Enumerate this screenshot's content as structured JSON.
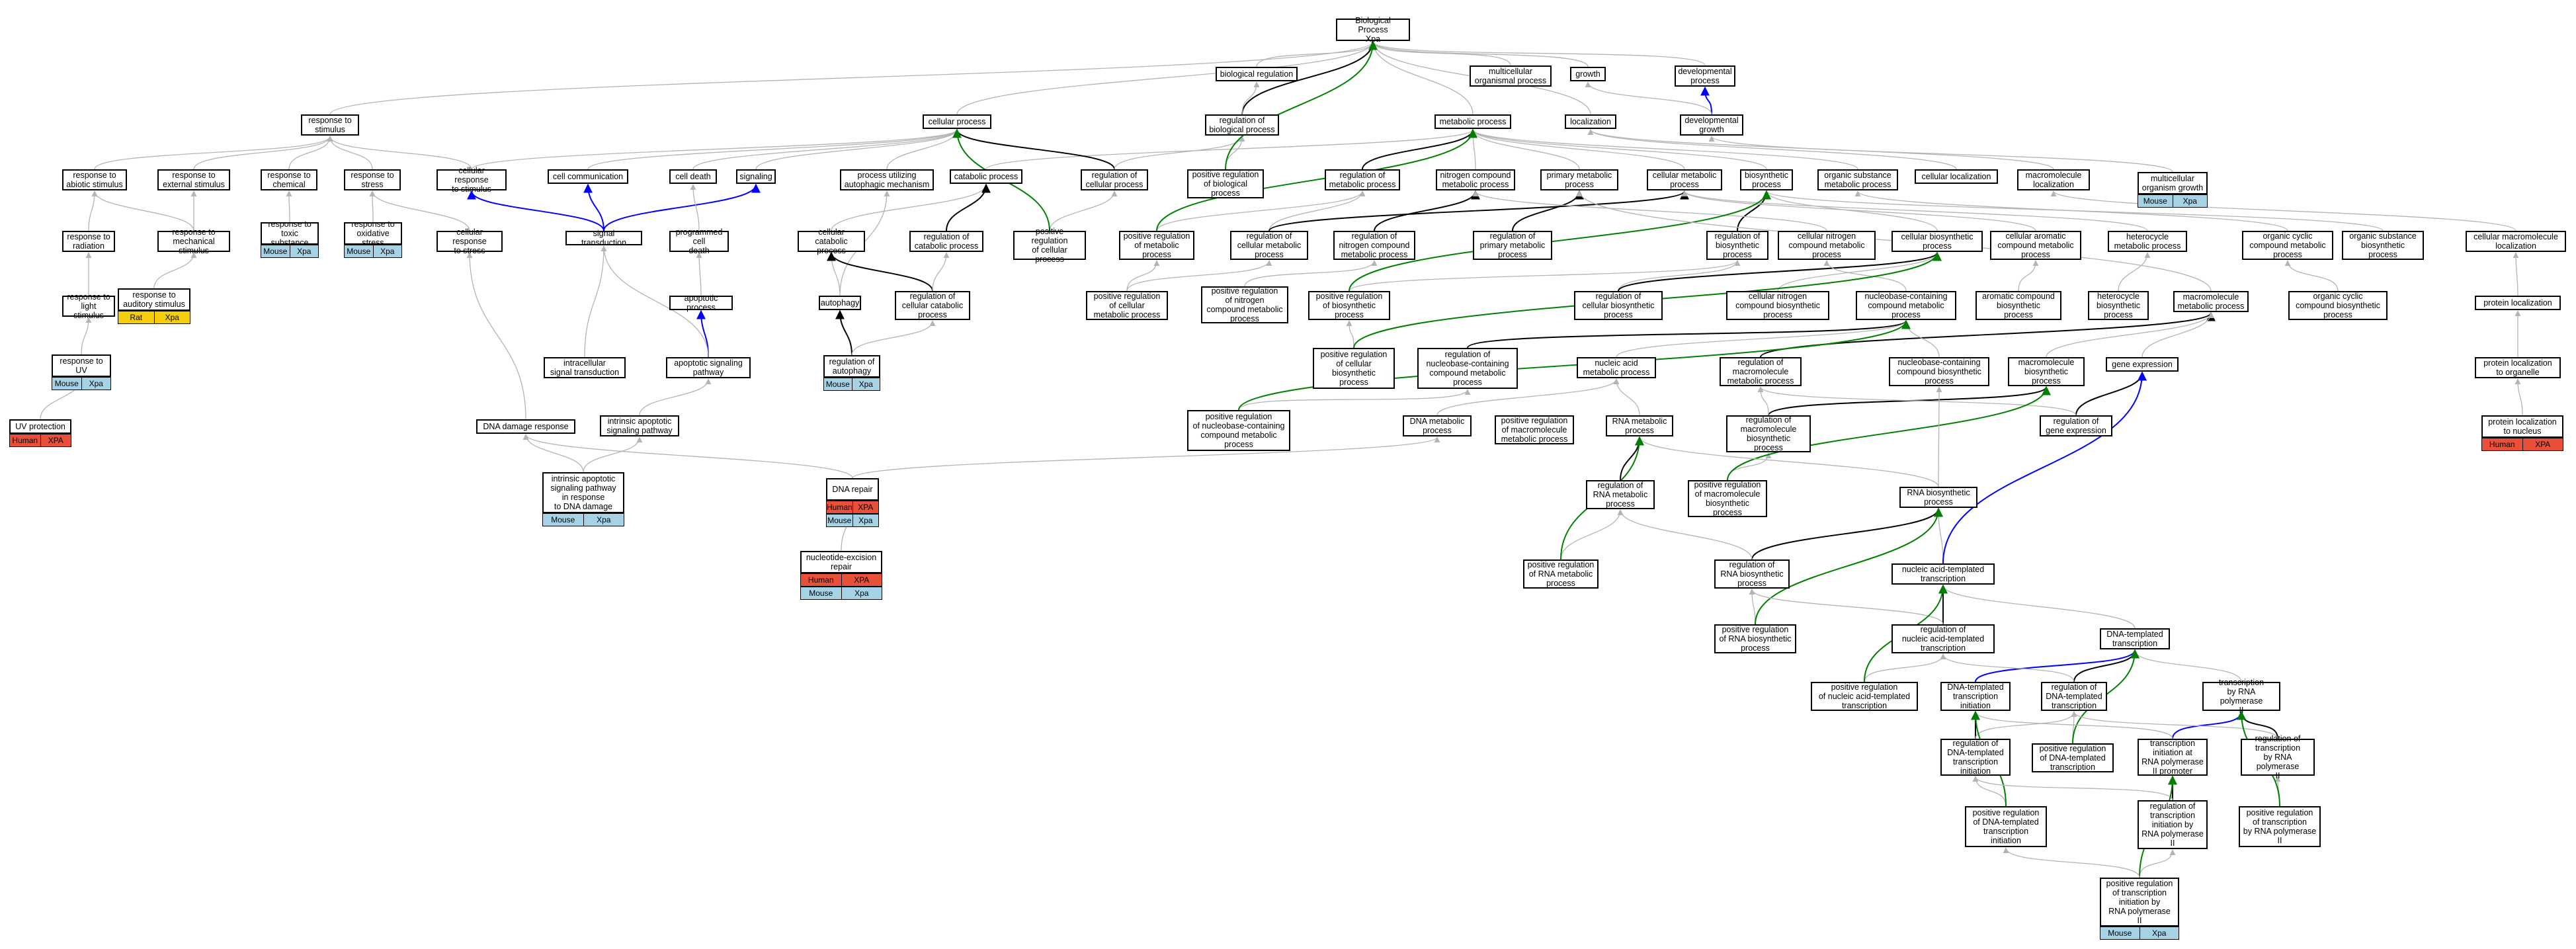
{
  "colors": {
    "node_border": "#000000",
    "edge_gray": "#b4b4b4",
    "edge_black": "#000000",
    "edge_blue": "#0000ff",
    "edge_green": "#008000",
    "human": "#e8503a",
    "mouse": "#a6d2e6",
    "rat": "#f4cd0c"
  },
  "nodes": {
    "bp": "Biological Process\nXpa",
    "biological_regulation": "biological regulation",
    "multicellular_organismal_process": "multicellular\norganismal process",
    "growth": "growth",
    "developmental_process": "developmental\nprocess",
    "response_to_stimulus": "response to\nstimulus",
    "cellular_process": "cellular process",
    "regulation_of_biological_process": "regulation of\nbiological process",
    "metabolic_process": "metabolic process",
    "localization": "localization",
    "developmental_growth": "developmental\ngrowth",
    "multicellular_organism_growth": "multicellular\norganism growth",
    "response_to_abiotic_stimulus": "response to\nabiotic stimulus",
    "response_to_external_stimulus": "response to\nexternal stimulus",
    "response_to_chemical": "response to\nchemical",
    "response_to_stress": "response to\nstress",
    "cellular_response_to_stimulus": "cellular response\nto stimulus",
    "cell_communication": "cell communication",
    "cell_death": "cell death",
    "signaling": "signaling",
    "process_utilizing_autophagic_mechanism": "process utilizing\nautophagic mechanism",
    "catabolic_process": "catabolic process",
    "regulation_of_cellular_process": "regulation of\ncellular process",
    "positive_regulation_of_biological_process": "positive regulation\nof biological\nprocess",
    "regulation_of_metabolic_process": "regulation of\nmetabolic process",
    "nitrogen_compound_metabolic_process": "nitrogen compound\nmetabolic process",
    "primary_metabolic_process": "primary metabolic\nprocess",
    "cellular_metabolic_process": "cellular metabolic\nprocess",
    "biosynthetic_process": "biosynthetic\nprocess",
    "organic_substance_metabolic_process": "organic substance\nmetabolic process",
    "cellular_localization": "cellular localization",
    "macromolecule_localization": "macromolecule\nlocalization",
    "response_to_radiation": "response to\nradiation",
    "response_to_mechanical_stimulus": "response to\nmechanical stimulus",
    "response_to_toxic_substance": "response to\ntoxic substance",
    "response_to_oxidative_stress": "response to\noxidative stress",
    "cellular_response_to_stress": "cellular response\nto stress",
    "signal_transduction": "signal transduction",
    "programmed_cell_death": "programmed cell\ndeath",
    "cellular_catabolic_process": "cellular catabolic\nprocess",
    "regulation_of_catabolic_process": "regulation of\ncatabolic process",
    "positive_regulation_of_cellular_process": "positive regulation\nof cellular\nprocess",
    "positive_regulation_of_metabolic_process": "positive regulation\nof metabolic\nprocess",
    "regulation_of_cellular_metabolic_process": "regulation of\ncellular metabolic\nprocess",
    "regulation_of_nitrogen_compound_metabolic_process": "regulation of\nnitrogen compound\nmetabolic process",
    "regulation_of_primary_metabolic_process": "regulation of\nprimary metabolic\nprocess",
    "regulation_of_biosynthetic_process": "regulation of\nbiosynthetic\nprocess",
    "cellular_nitrogen_compound_metabolic_process": "cellular nitrogen\ncompound metabolic\nprocess",
    "cellular_biosynthetic_process": "cellular biosynthetic\nprocess",
    "cellular_aromatic_compound_metabolic_process": "cellular aromatic\ncompound metabolic\nprocess",
    "heterocycle_metabolic_process": "heterocycle\nmetabolic process",
    "organic_cyclic_compound_metabolic_process": "organic cyclic\ncompound metabolic\nprocess",
    "organic_substance_biosynthetic_process": "organic substance\nbiosynthetic\nprocess",
    "cellular_macromolecule_localization": "cellular macromolecule\nlocalization",
    "response_to_light_stimulus": "response to\nlight stimulus",
    "response_to_auditory_stimulus": "response to\nauditory stimulus",
    "apoptotic_process": "apoptotic process",
    "autophagy": "autophagy",
    "regulation_of_cellular_catabolic_process": "regulation of\ncellular catabolic\nprocess",
    "positive_regulation_of_cellular_metabolic_process": "positive regulation\nof cellular\nmetabolic process",
    "positive_regulation_of_nitrogen_compound_metabolic_process": "positive regulation\nof nitrogen\ncompound metabolic\nprocess",
    "positive_regulation_of_biosynthetic_process": "positive regulation\nof biosynthetic\nprocess",
    "regulation_of_cellular_biosynthetic_process": "regulation of\ncellular biosynthetic\nprocess",
    "cellular_nitrogen_compound_biosynthetic_process": "cellular nitrogen\ncompound biosynthetic\nprocess",
    "nucleobase_containing_compound_metabolic_process": "nucleobase-containing\ncompound metabolic\nprocess",
    "aromatic_compound_biosynthetic_process": "aromatic compound\nbiosynthetic\nprocess",
    "heterocycle_biosynthetic_process": "heterocycle\nbiosynthetic\nprocess",
    "macromolecule_metabolic_process": "macromolecule\nmetabolic process",
    "organic_cyclic_compound_biosynthetic_process": "organic cyclic\ncompound biosynthetic\nprocess",
    "protein_localization": "protein localization",
    "response_to_uv": "response to\nUV",
    "intracellular_signal_transduction": "intracellular\nsignal transduction",
    "apoptotic_signaling_pathway": "apoptotic signaling\npathway",
    "regulation_of_autophagy": "regulation of\nautophagy",
    "positive_regulation_of_cellular_biosynthetic_process": "positive regulation\nof cellular\nbiosynthetic\nprocess",
    "regulation_of_nucleobase_containing_compound_metabolic_process": "regulation of\nnucleobase-containing\ncompound metabolic\nprocess",
    "nucleic_acid_metabolic_process": "nucleic acid\nmetabolic process",
    "regulation_of_macromolecule_metabolic_process": "regulation of\nmacromolecule\nmetabolic process",
    "nucleobase_containing_compound_biosynthetic_process": "nucleobase-containing\ncompound biosynthetic\nprocess",
    "macromolecule_biosynthetic_process": "macromolecule\nbiosynthetic\nprocess",
    "gene_expression": "gene expression",
    "protein_localization_to_organelle": "protein localization\nto organelle",
    "uv_protection": "UV protection",
    "dna_damage_response": "DNA damage response",
    "intrinsic_apoptotic_signaling_pathway": "intrinsic apoptotic\nsignaling pathway",
    "positive_regulation_of_nucleobase_containing_compound_metabolic_process": "positive regulation\nof nucleobase-containing\ncompound metabolic\nprocess",
    "dna_metabolic_process": "DNA metabolic\nprocess",
    "regulation_of_rna_metabolic_process_box": "positive regulation\nof macromolecule\nmetabolic process",
    "rna_metabolic_process": "RNA metabolic\nprocess",
    "regulation_of_macromolecule_biosynthetic_process": "regulation of\nmacromolecule\nbiosynthetic\nprocess",
    "regulation_of_gene_expression": "regulation of\ngene expression",
    "protein_localization_to_nucleus": "protein localization\nto nucleus",
    "intrinsic_apoptotic_dna_damage": "intrinsic apoptotic\nsignaling pathway\nin response\nto DNA damage",
    "dna_repair": "DNA repair",
    "regulation_of_rna_metabolic_process": "regulation of\nRNA metabolic\nprocess",
    "positive_regulation_of_macromolecule_biosynthetic_process": "positive regulation\nof macromolecule\nbiosynthetic\nprocess",
    "rna_biosynthetic_process": "RNA biosynthetic\nprocess",
    "nucleotide_excision_repair": "nucleotide-excision\nrepair",
    "positive_regulation_of_rna_metabolic_process": "positive regulation\nof RNA metabolic\nprocess",
    "regulation_of_rna_biosynthetic_process": "regulation of\nRNA biosynthetic\nprocess",
    "nucleic_acid_templated_transcription": "nucleic acid-templated\ntranscription",
    "positive_regulation_of_rna_biosynthetic_process": "positive regulation\nof RNA biosynthetic\nprocess",
    "regulation_of_nucleic_acid_templated_transcription": "regulation of\nnucleic acid-templated\ntranscription",
    "dna_templated_transcription": "DNA-templated\ntranscription",
    "positive_regulation_of_nucleic_acid_templated_transcription": "positive regulation\nof nucleic acid-templated\ntranscription",
    "dna_templated_transcription_initiation": "DNA-templated\ntranscription\ninitiation",
    "regulation_of_dna_templated_transcription": "regulation of\nDNA-templated\ntranscription",
    "transcription_by_rna_polymerase_ii": "transcription\nby RNA polymerase\nII",
    "regulation_of_dna_templated_transcription_initiation": "regulation of\nDNA-templated\ntranscription\ninitiation",
    "positive_regulation_of_dna_templated_transcription": "positive regulation\nof DNA-templated\ntranscription",
    "transcription_initiation_at_rna_pol_ii_promoter": "transcription\ninitiation at\nRNA polymerase\nII promoter",
    "regulation_of_transcription_by_rna_polymerase_ii": "regulation of\ntranscription\nby RNA polymerase\nII",
    "positive_regulation_of_dna_templated_transcription_initiation": "positive regulation\nof DNA-templated\ntranscription\ninitiation",
    "regulation_of_transcription_initiation_by_rna_pol_ii": "regulation of\ntranscription\ninitiation by\nRNA polymerase\nII",
    "positive_regulation_of_transcription_by_rna_polymerase_ii": "positive regulation\nof transcription\nby RNA polymerase\nII",
    "positive_regulation_of_transcription_initiation_by_rna_pol_ii": "positive regulation\nof transcription\ninitiation by\nRNA polymerase\nII"
  },
  "annotations": {
    "multicellular_organism_growth": [
      [
        "Mouse",
        "mouse"
      ],
      [
        "Xpa",
        "mouse"
      ]
    ],
    "response_to_toxic_substance": [
      [
        "Mouse",
        "mouse"
      ],
      [
        "Xpa",
        "mouse"
      ]
    ],
    "response_to_oxidative_stress": [
      [
        "Mouse",
        "mouse"
      ],
      [
        "Xpa",
        "mouse"
      ]
    ],
    "response_to_auditory_stimulus": [
      [
        "Rat",
        "rat"
      ],
      [
        "Xpa",
        "rat"
      ]
    ],
    "response_to_uv": [
      [
        "Mouse",
        "mouse"
      ],
      [
        "Xpa",
        "mouse"
      ]
    ],
    "regulation_of_autophagy": [
      [
        "Mouse",
        "mouse"
      ],
      [
        "Xpa",
        "mouse"
      ]
    ],
    "uv_protection": [
      [
        "Human",
        "human"
      ],
      [
        "XPA",
        "human"
      ]
    ],
    "protein_localization_to_nucleus": [
      [
        "Human",
        "human"
      ],
      [
        "XPA",
        "human"
      ]
    ],
    "intrinsic_apoptotic_dna_damage": [
      [
        "Mouse",
        "mouse"
      ],
      [
        "Xpa",
        "mouse"
      ]
    ],
    "dna_repair": [
      [
        "Human",
        "human"
      ],
      [
        "XPA",
        "human"
      ],
      [
        "Mouse",
        "mouse"
      ],
      [
        "Xpa",
        "mouse"
      ]
    ],
    "nucleotide_excision_repair": [
      [
        "Human",
        "human"
      ],
      [
        "XPA",
        "human"
      ],
      [
        "Mouse",
        "mouse"
      ],
      [
        "Xpa",
        "mouse"
      ]
    ],
    "positive_regulation_of_transcription_initiation_by_rna_pol_ii": [
      [
        "Mouse",
        "mouse"
      ],
      [
        "Xpa",
        "mouse"
      ]
    ]
  }
}
